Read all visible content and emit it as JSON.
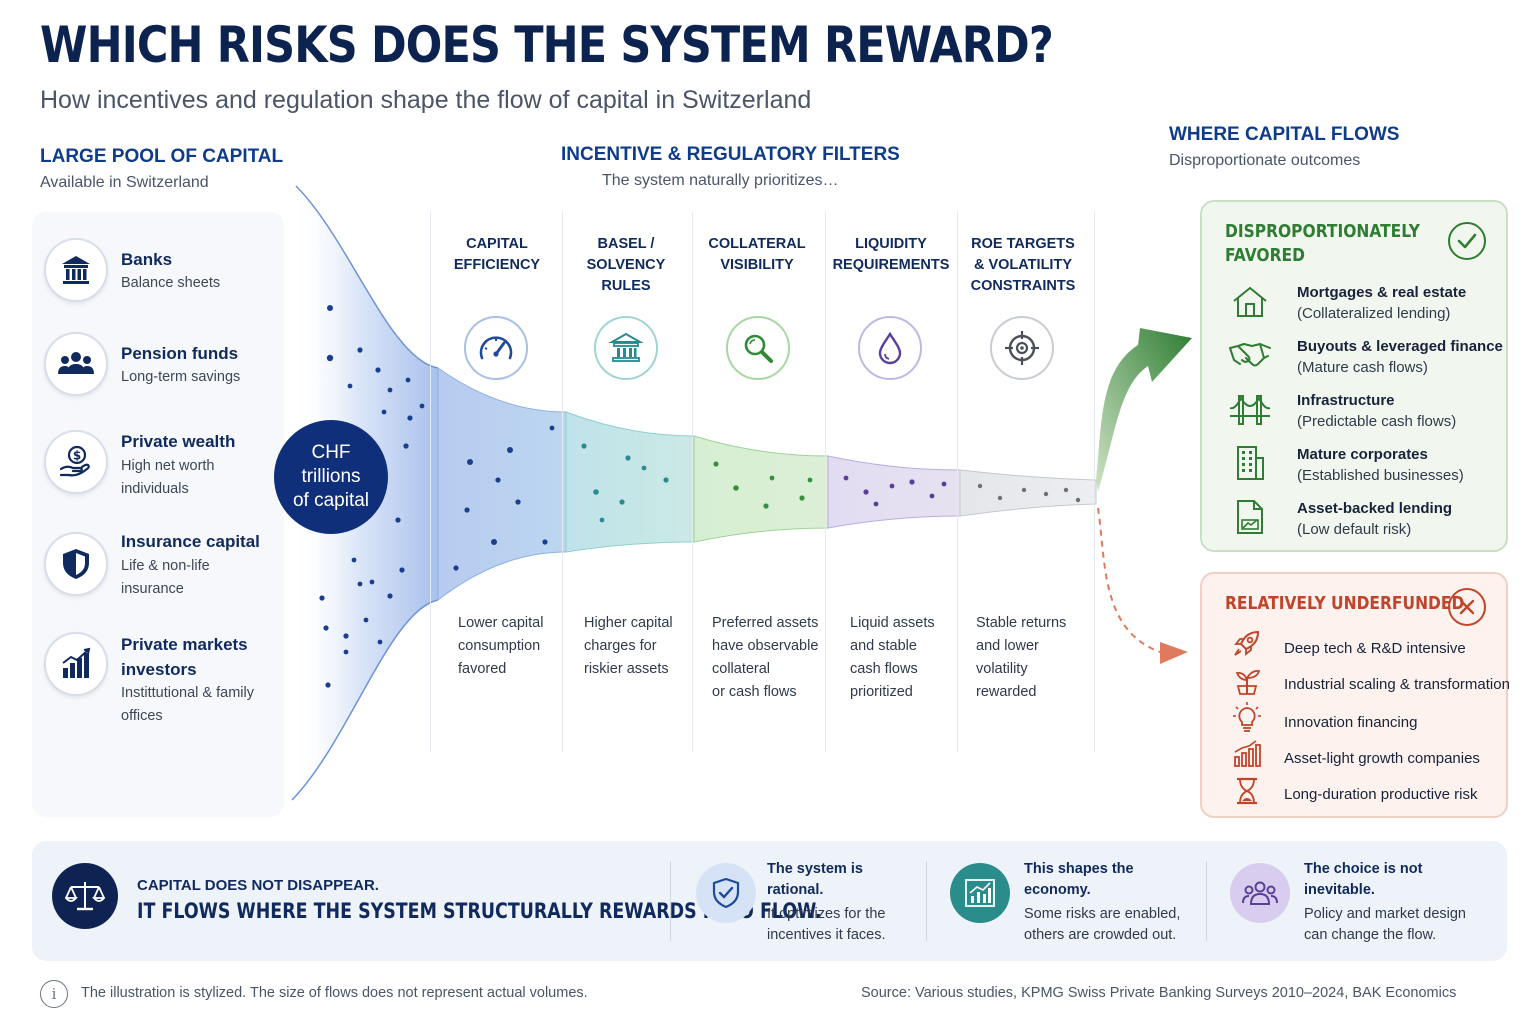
{
  "title": "WHICH RISKS DOES THE SYSTEM REWARD?",
  "subtitle": "How incentives and regulation shape the flow of capital in Switzerland",
  "pool": {
    "heading": "LARGE POOL OF CAPITAL",
    "subheading": "Available in Switzerland",
    "center_label": [
      "CHF",
      "trillions",
      "of capital"
    ],
    "sources": [
      {
        "name": "Banks",
        "desc": [
          "Balance sheets"
        ],
        "icon": "bank-icon"
      },
      {
        "name": "Pension funds",
        "desc": [
          "Long-term savings"
        ],
        "icon": "people-icon"
      },
      {
        "name": "Private wealth",
        "desc": [
          "High net worth",
          "individuals"
        ],
        "icon": "hand-coin-icon"
      },
      {
        "name": "Insurance capital",
        "desc": [
          "Life & non-life",
          "insurance"
        ],
        "icon": "shield-icon"
      },
      {
        "name": "Private markets",
        "name2": "investors",
        "desc": [
          "Instittutional & family",
          "offices"
        ],
        "icon": "bar-chart-icon"
      }
    ]
  },
  "filters": {
    "heading": "INCENTIVE & REGULATORY FILTERS",
    "subheading": "The system naturally prioritizes…",
    "items": [
      {
        "title": [
          "CAPITAL",
          "EFFICIENCY"
        ],
        "icon": "gauge-icon",
        "color": "#2f5fb0",
        "desc": [
          "Lower capital",
          "consumption",
          "favored"
        ]
      },
      {
        "title": [
          "BASEL /",
          "SOLVENCY",
          "RULES"
        ],
        "icon": "bank-icon",
        "color": "#2e9aa0",
        "desc": [
          "Higher capital",
          "charges for",
          "riskier assets"
        ]
      },
      {
        "title": [
          "COLLATERAL",
          "VISIBILITY"
        ],
        "icon": "magnifier-icon",
        "color": "#3a9a4a",
        "desc": [
          "Preferred assets",
          "have observable",
          "collateral",
          "or cash flows"
        ]
      },
      {
        "title": [
          "LIQUIDITY",
          "REQUIREMENTS"
        ],
        "icon": "droplet-icon",
        "color": "#6a4aa8",
        "desc": [
          "Liquid assets",
          "and stable",
          "cash flows",
          "prioritized"
        ]
      },
      {
        "title": [
          "ROE TARGETS",
          "& VOLATILITY",
          "CONSTRAINTS"
        ],
        "icon": "target-icon",
        "color": "#555b66",
        "desc": [
          "Stable returns",
          "and lower",
          "volatility",
          "rewarded"
        ]
      }
    ]
  },
  "flows": {
    "heading": "WHERE CAPITAL FLOWS",
    "subheading": "Disproportionate outcomes",
    "favored": {
      "title": [
        "DISPROPORTIONATELY",
        "FAVORED"
      ],
      "color": "#2e7d32",
      "items": [
        {
          "name": "Mortgages & real estate",
          "desc": "(Collateralized lending)",
          "icon": "house-icon"
        },
        {
          "name": "Buyouts & leveraged finance",
          "desc": "(Mature cash flows)",
          "icon": "handshake-icon"
        },
        {
          "name": "Infrastructure",
          "desc": "(Predictable cash flows)",
          "icon": "bridge-icon"
        },
        {
          "name": "Mature corporates",
          "desc": "(Established businesses)",
          "icon": "building-icon"
        },
        {
          "name": "Asset-backed lending",
          "desc": "(Low default risk)",
          "icon": "document-chart-icon"
        }
      ]
    },
    "underfunded": {
      "title": "RELATIVELY UNDERFUNDED",
      "color": "#c0452a",
      "items": [
        {
          "label": "Deep tech & R&D intensive",
          "icon": "rocket-icon"
        },
        {
          "label": "Industrial scaling & transformation",
          "icon": "sprout-icon"
        },
        {
          "label": "Innovation financing",
          "icon": "lightbulb-icon"
        },
        {
          "label": "Asset-light growth companies",
          "icon": "growth-bars-icon"
        },
        {
          "label": "Long-duration productive risk",
          "icon": "hourglass-icon"
        }
      ]
    }
  },
  "banner": {
    "line1": "CAPITAL DOES NOT DISAPPEAR.",
    "line2": "IT FLOWS WHERE THE SYSTEM STRUCTURALLY REWARDS IT TO FLOW.",
    "points": [
      {
        "heading": [
          "The system is",
          "rational."
        ],
        "text": [
          "It optimizes for the",
          "incentives it faces."
        ],
        "icon": "shield-check-icon"
      },
      {
        "heading": [
          "This shapes the",
          "economy."
        ],
        "text": [
          "Some risks are enabled,",
          "others are crowded out."
        ],
        "icon": "chart-up-icon"
      },
      {
        "heading": [
          "The choice is not",
          "inevitable."
        ],
        "text": [
          "Policy and market design",
          "can change the flow."
        ],
        "icon": "group-icon"
      }
    ]
  },
  "footer": {
    "note": "The illustration is stylized. The size of flows does not represent actual volumes.",
    "source": "Source: Various studies, KPMG Swiss Private Banking Surveys 2010–2024, BAK Economics"
  }
}
